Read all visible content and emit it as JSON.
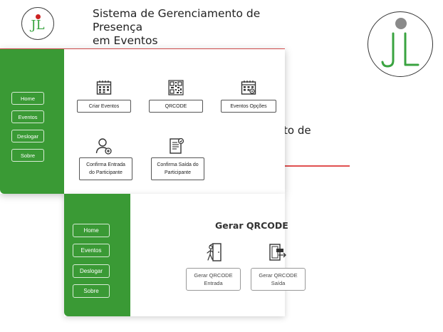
{
  "header": {
    "title_line1": "Sistema de Gerenciamento de Presença",
    "title_line2": "em Eventos",
    "logo_text": "JL"
  },
  "partial_overlay": {
    "text": "to de"
  },
  "colors": {
    "sidebar_green": "#3a9a35",
    "accent_red": "#e05050",
    "logo_green": "#3aa340"
  },
  "panel_dashboard": {
    "nav": [
      "Home",
      "Eventos",
      "Deslogar",
      "Sobre"
    ],
    "cards": [
      {
        "label": "Criar Eventos",
        "icon": "calendar-grid-icon"
      },
      {
        "label": "QRCODE",
        "icon": "qrcode-icon"
      },
      {
        "label": "Eventos Opções",
        "icon": "calendar-settings-icon"
      }
    ],
    "cards_row2": [
      {
        "label_line1": "Confirma Entrada",
        "label_line2": "do Participante",
        "icon": "user-add-icon"
      },
      {
        "label_line1": "Confirma Saída do",
        "label_line2": "Participante",
        "icon": "document-check-icon"
      }
    ]
  },
  "panel_qrcode": {
    "nav": [
      "Home",
      "Eventos",
      "Deslogar",
      "Sobre"
    ],
    "title": "Gerar QRCODE",
    "buttons": [
      {
        "line1": "Gerar QRCODE",
        "line2": "Entrada",
        "icon": "door-entry-icon"
      },
      {
        "line1": "Gerar QRCODE",
        "line2": "Saída",
        "icon": "exit-sign-icon"
      }
    ]
  }
}
